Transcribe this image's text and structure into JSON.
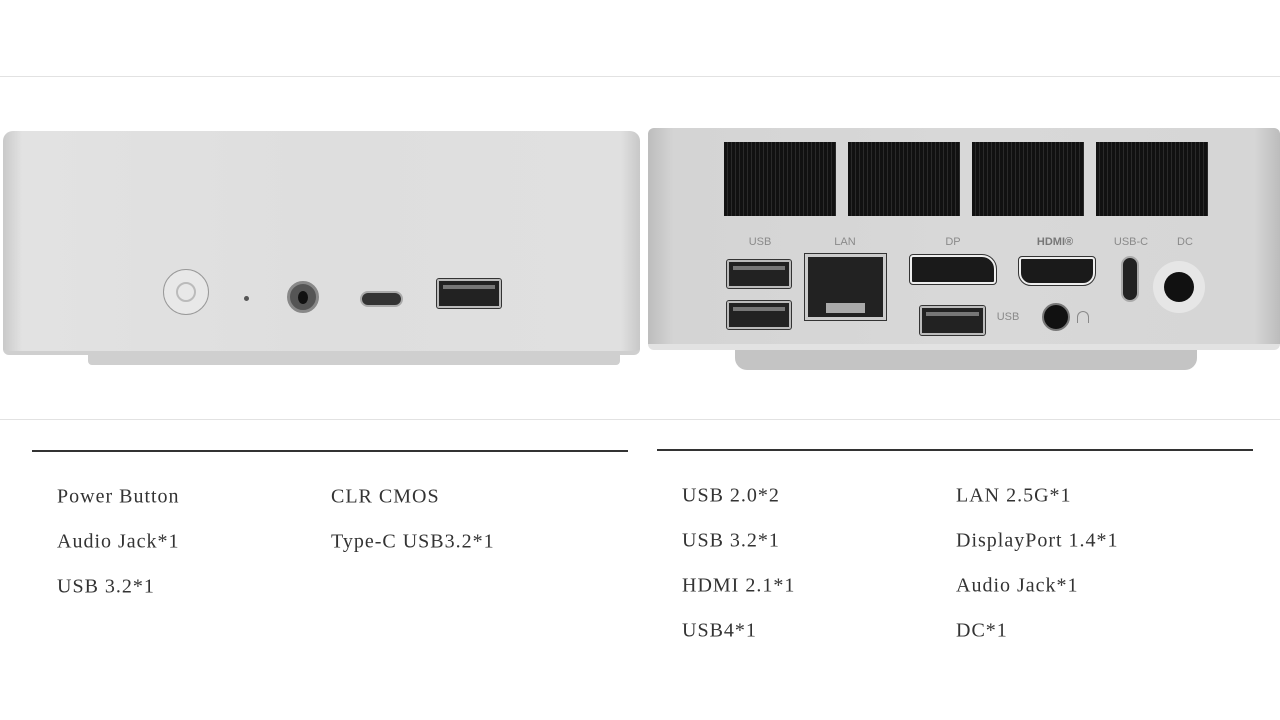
{
  "front": {
    "specs": [
      "Power Button",
      "CLR CMOS",
      "Audio Jack*1",
      "Type-C USB3.2*1",
      "USB 3.2*1"
    ]
  },
  "rear": {
    "port_labels": {
      "usb": "USB",
      "lan": "LAN",
      "dp": "DP",
      "hdmi": "HDMI®",
      "usbc": "USB-C",
      "dc": "DC",
      "usb2": "USB"
    },
    "specs": [
      "USB 2.0*2",
      "LAN 2.5G*1",
      "USB 3.2*1",
      "DisplayPort 1.4*1",
      "HDMI 2.1*1",
      "Audio Jack*1",
      "USB4*1",
      "DC*1"
    ]
  }
}
